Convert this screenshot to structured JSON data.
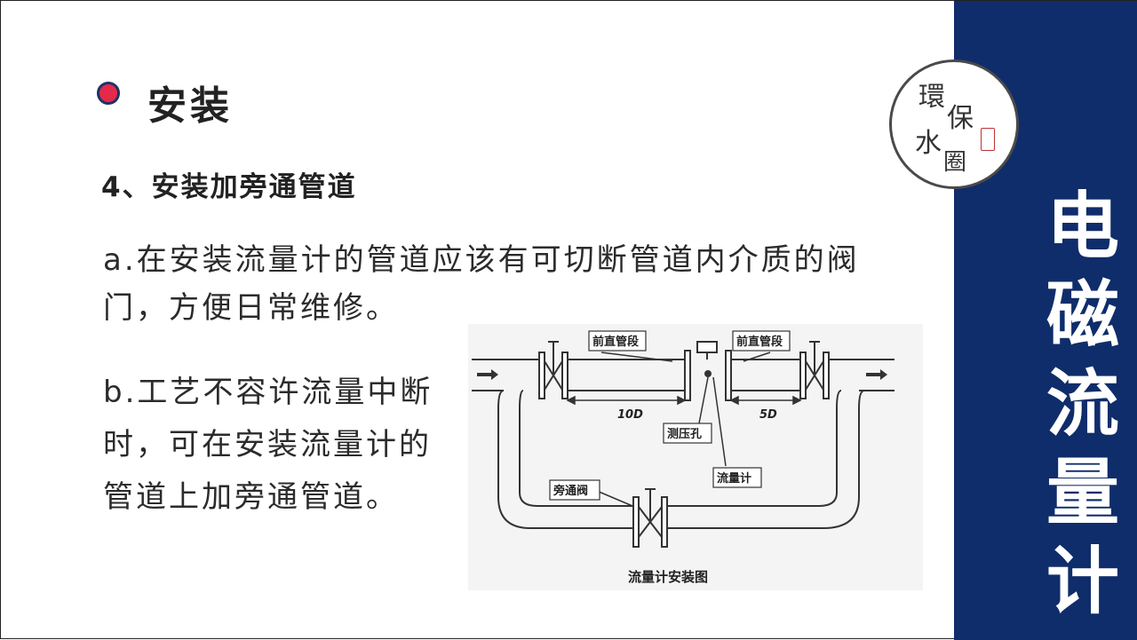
{
  "sidebar": {
    "title_chars": [
      "电",
      "磁",
      "流",
      "量",
      "计"
    ],
    "color": "#0f2d6b"
  },
  "logo": {
    "chars": [
      "環",
      "保",
      "水",
      "圈"
    ],
    "icon": "circle-seal-logo"
  },
  "content": {
    "heading": "安装",
    "subheading": "4、安装加旁通管道",
    "para_a": "a.在安装流量计的管道应该有可切断管道内介质的阀门，方便日常维修。",
    "para_b": "b.工艺不容许流量中断时，可在安装流量计的管道上加旁通管道。",
    "bullet_color": "#e5294a"
  },
  "diagram": {
    "label_upstream": "前直管段",
    "label_downstream": "前直管段",
    "dim_upstream": "10D",
    "dim_downstream": "5D",
    "label_tap": "测压孔",
    "label_meter": "流量计",
    "label_bypass": "旁通阀",
    "caption": "流量计安装图"
  }
}
